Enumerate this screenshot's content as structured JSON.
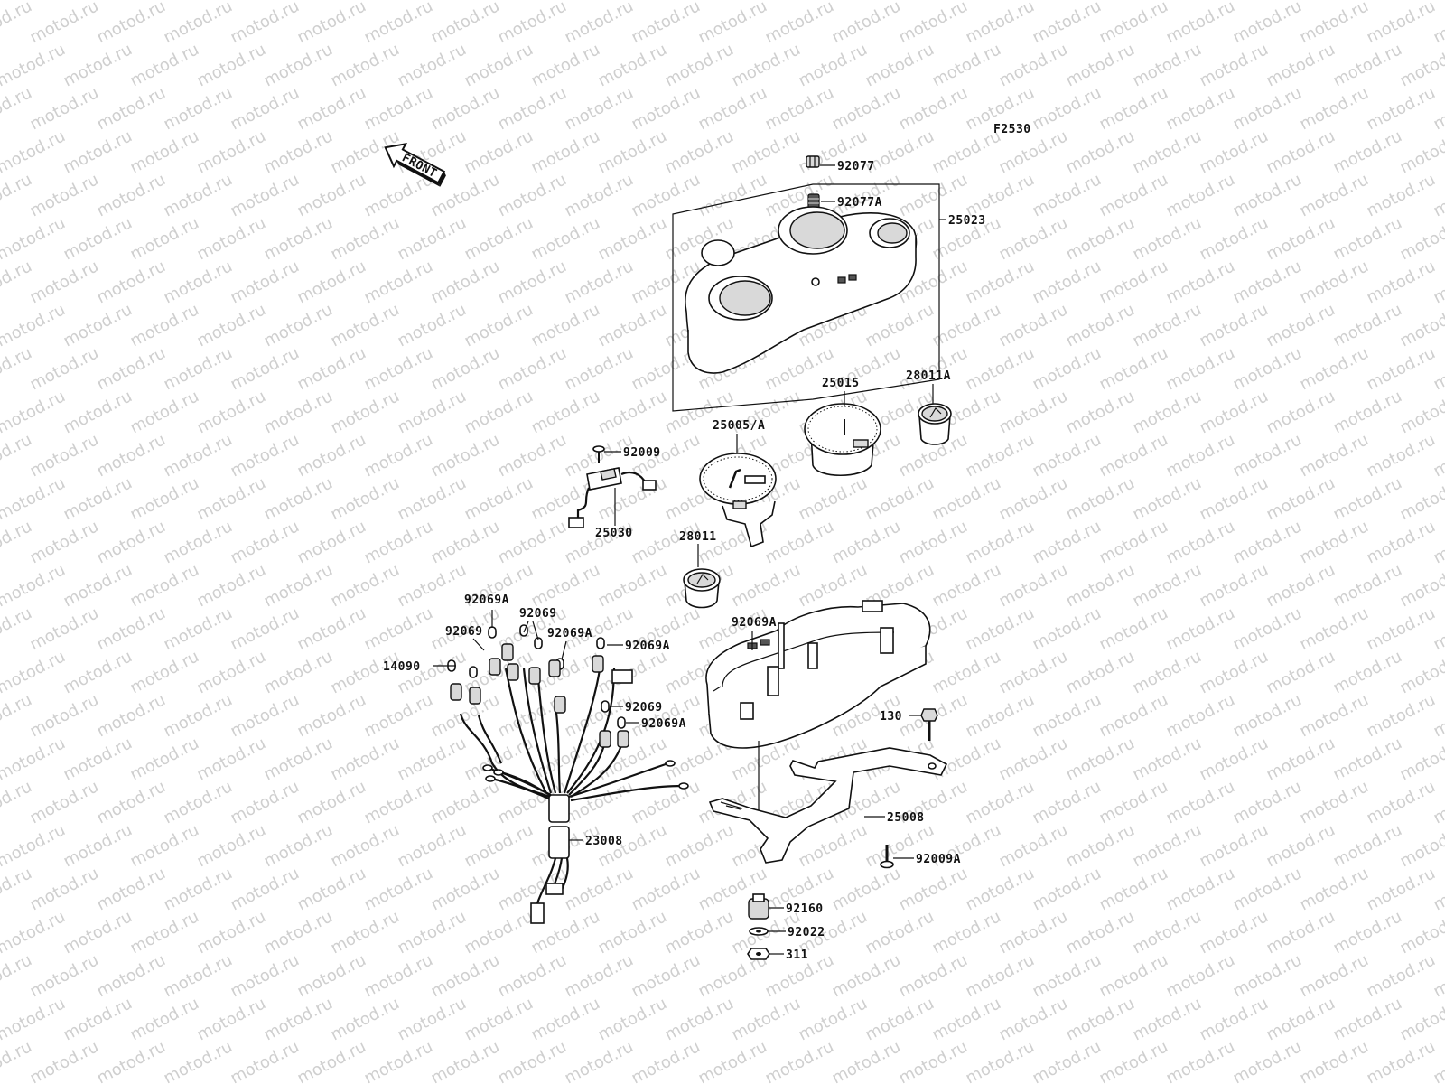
{
  "figure_code": "F2530",
  "direction_label": "FRONT",
  "watermark_text": "motod.ru",
  "parts": [
    {
      "id": "p-92077",
      "number": "92077"
    },
    {
      "id": "p-92077a",
      "number": "92077A"
    },
    {
      "id": "p-25023",
      "number": "25023"
    },
    {
      "id": "p-25015",
      "number": "25015"
    },
    {
      "id": "p-28011a",
      "number": "28011A"
    },
    {
      "id": "p-25005a",
      "number": "25005/A"
    },
    {
      "id": "p-92009",
      "number": "92009"
    },
    {
      "id": "p-25030",
      "number": "25030"
    },
    {
      "id": "p-28011",
      "number": "28011"
    },
    {
      "id": "p-92069a-1",
      "number": "92069A"
    },
    {
      "id": "p-92069-1",
      "number": "92069"
    },
    {
      "id": "p-92069-2",
      "number": "92069"
    },
    {
      "id": "p-92069a-2",
      "number": "92069A"
    },
    {
      "id": "p-92069a-3",
      "number": "92069A"
    },
    {
      "id": "p-92069a-4",
      "number": "92069A"
    },
    {
      "id": "p-14090",
      "number": "14090"
    },
    {
      "id": "p-92069-3",
      "number": "92069"
    },
    {
      "id": "p-92069a-5",
      "number": "92069A"
    },
    {
      "id": "p-130",
      "number": "130"
    },
    {
      "id": "p-25008",
      "number": "25008"
    },
    {
      "id": "p-23008",
      "number": "23008"
    },
    {
      "id": "p-92009a",
      "number": "92009A"
    },
    {
      "id": "p-92160",
      "number": "92160"
    },
    {
      "id": "p-92022",
      "number": "92022"
    },
    {
      "id": "p-311",
      "number": "311"
    }
  ]
}
